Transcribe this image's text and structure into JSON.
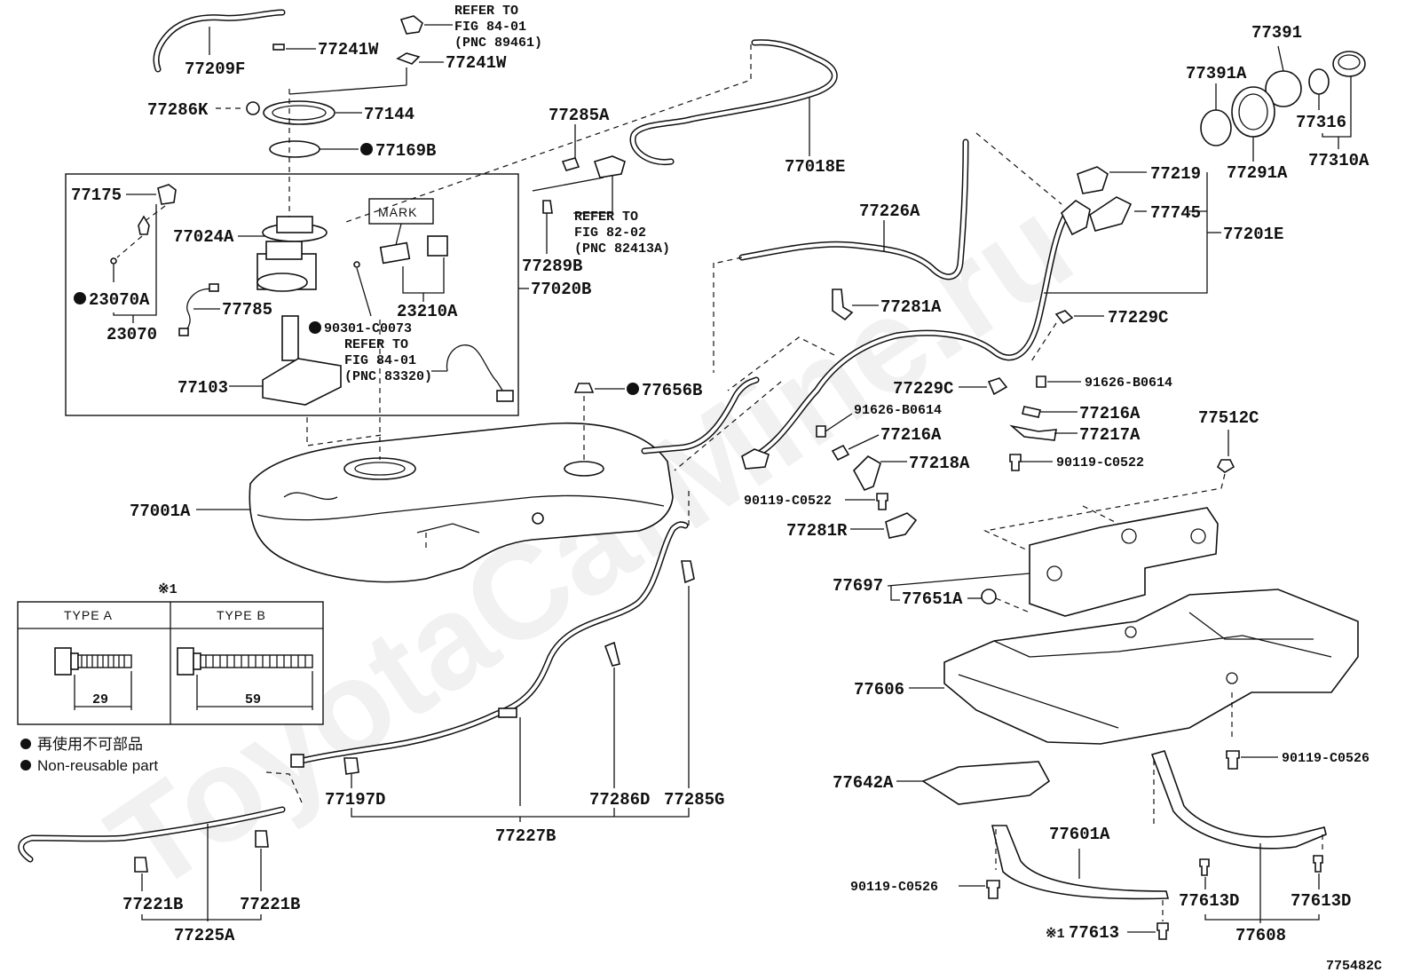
{
  "diagram": {
    "watermark": "ToyotaCarMine.ru",
    "figure_id": "775482C",
    "parts": {
      "p77209F": "77209F",
      "p77241W_a": "77241W",
      "p77241W_b": "77241W",
      "p77286K": "77286K",
      "p77144": "77144",
      "p77169B": "77169B",
      "p77175": "77175",
      "p77024A": "77024A",
      "p23070A": "23070A",
      "p23070": "23070",
      "p77785": "77785",
      "p23210A": "23210A",
      "p90301": "90301-C0073",
      "p77103": "77103",
      "p77020B": "77020B",
      "p77285A": "77285A",
      "p77289B": "77289B",
      "p77018E": "77018E",
      "p77656B": "77656B",
      "p77001A": "77001A",
      "p77226A": "77226A",
      "p77281A": "77281A",
      "p77229C_a": "77229C",
      "p77229C_b": "77229C",
      "p91626_a": "91626-B0614",
      "p91626_b": "91626-B0614",
      "p77216A_a": "77216A",
      "p77216A_b": "77216A",
      "p77217A": "77217A",
      "p90119C0522_a": "90119-C0522",
      "p90119C0522_b": "90119-C0522",
      "p77218A": "77218A",
      "p77281R": "77281R",
      "p77391": "77391",
      "p77391A": "77391A",
      "p77316": "77316",
      "p77291A": "77291A",
      "p77310A": "77310A",
      "p77219": "77219",
      "p77745": "77745",
      "p77201E": "77201E",
      "p77512C": "77512C",
      "p77697": "77697",
      "p77651A": "77651A",
      "p77606": "77606",
      "p90119C0526_a": "90119-C0526",
      "p90119C0526_b": "90119-C0526",
      "p77642A": "77642A",
      "p77601A": "77601A",
      "p77613D_a": "77613D",
      "p77613D_b": "77613D",
      "p77613": "77613",
      "p77608": "77608",
      "p77197D": "77197D",
      "p77227B": "77227B",
      "p77286D": "77286D",
      "p77285G": "77285G",
      "p77221B_a": "77221B",
      "p77221B_b": "77221B",
      "p77225A": "77225A"
    },
    "mark_label": "MARK",
    "refs": {
      "ref1": [
        "REFER TO",
        "FIG 84-01",
        "(PNC 89461)"
      ],
      "ref2": [
        "REFER TO",
        "FIG 82-02",
        "(PNC 82413A)"
      ],
      "ref3": [
        "REFER TO",
        "FIG 84-01",
        "(PNC 83320)"
      ]
    },
    "note_mark": "※1",
    "bolt_table": {
      "type_a": "TYPE A",
      "type_b": "TYPE B",
      "len_a": "29",
      "len_b": "59"
    },
    "legend": {
      "jp": "再使用不可部品",
      "en": "Non-reusable part"
    }
  }
}
